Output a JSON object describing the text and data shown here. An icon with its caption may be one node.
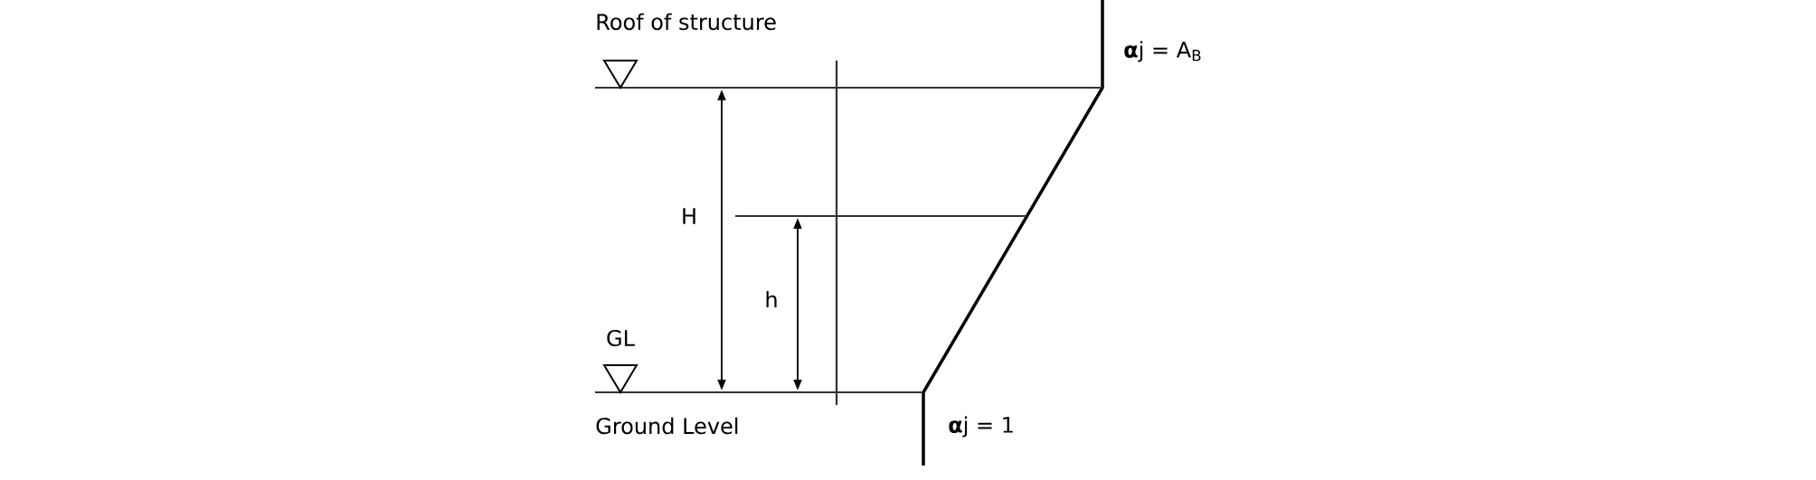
{
  "diagram": {
    "labels": [
      "Roof of structure",
      "**α**j = A$_{B}$",
      "H",
      "h",
      "GL",
      "Ground Level",
      "**α**j = 1"
    ]
  }
}
